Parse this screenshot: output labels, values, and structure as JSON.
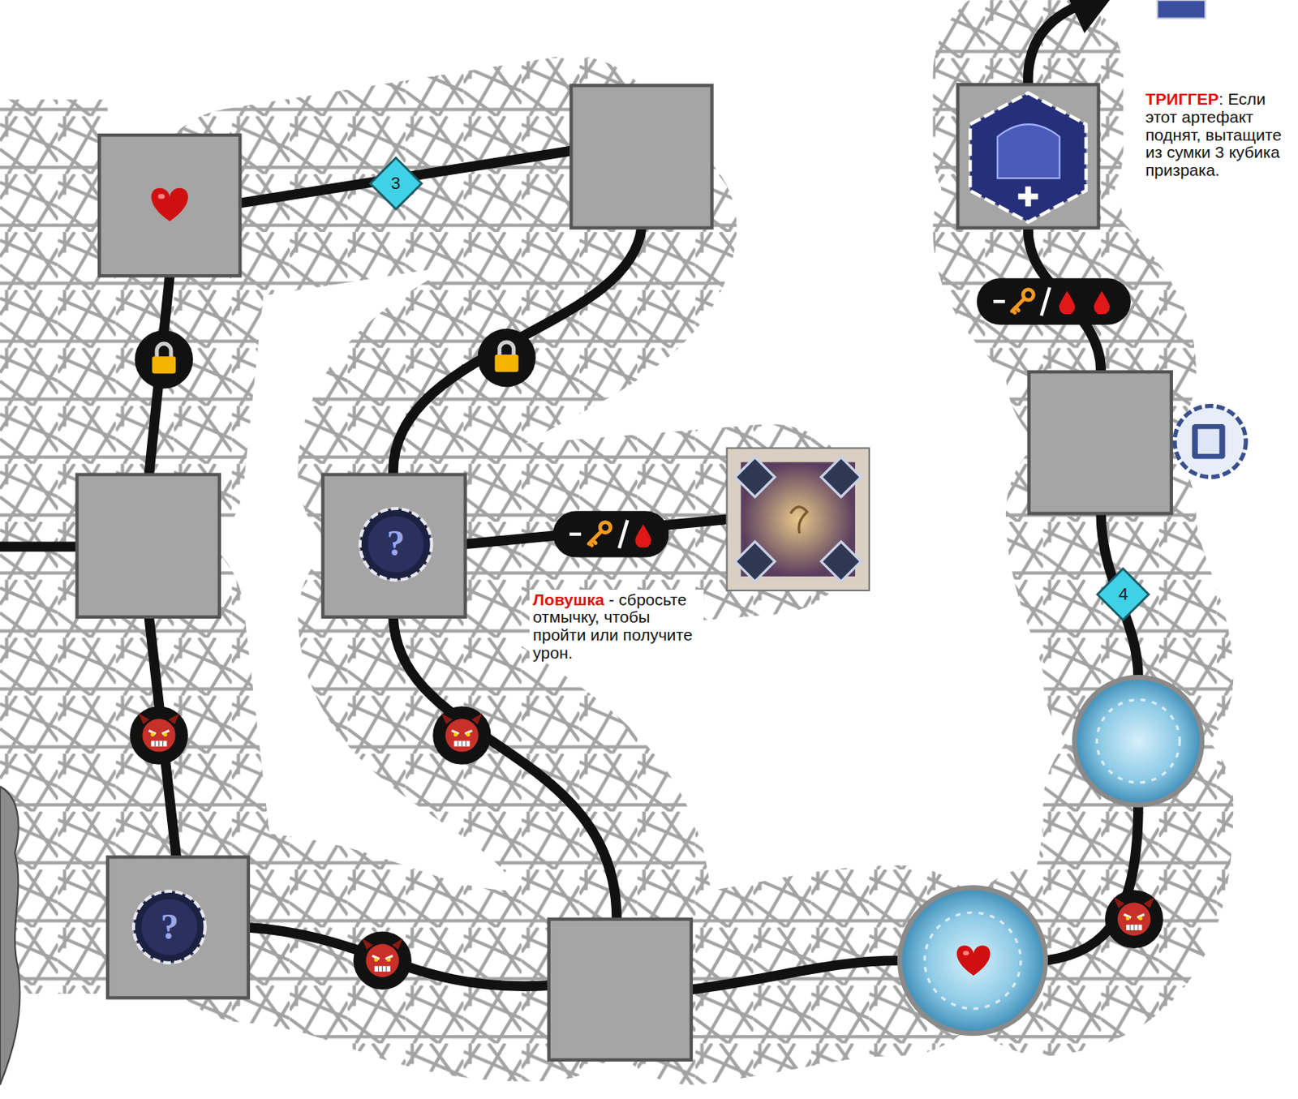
{
  "diagram": {
    "nodes": [
      {
        "text": [
          "3"
        ]
      },
      {
        "text": [
          "?"
        ]
      },
      {
        "text": [
          "4"
        ]
      },
      {
        "text": [
          "?"
        ]
      }
    ],
    "labels": [
      "Ловушка",
      "- сбросьте отмычку, чтобы пройти или получите урон.",
      "ТРИГГЕР",
      ": Если этот артефакт поднят, вытащите из сумки 3 кубика призрака."
    ]
  }
}
